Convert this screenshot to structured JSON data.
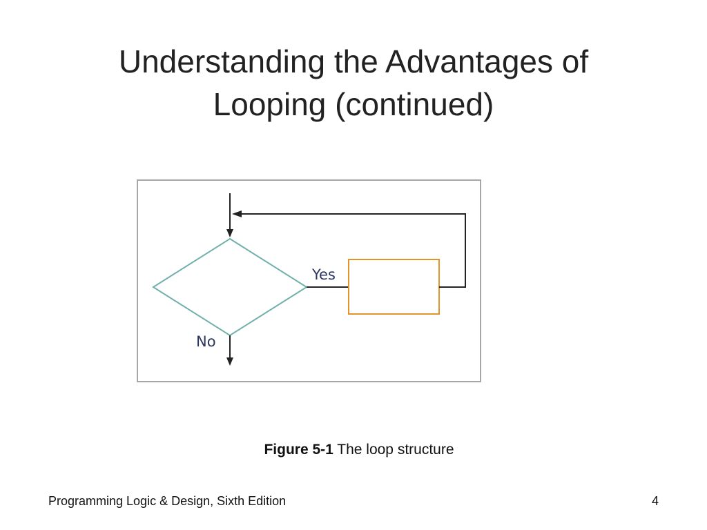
{
  "slide": {
    "title_line1": "Understanding the Advantages of",
    "title_line2": "Looping (continued)",
    "caption_figure": "Figure 5-1",
    "caption_text": " The loop structure",
    "footer_left": "Programming Logic & Design, Sixth Edition",
    "page_number": "4"
  },
  "diagram": {
    "yes_label": "Yes",
    "no_label": "No",
    "decision_color": "#6fb1aa",
    "process_color": "#e0952c",
    "line_color": "#222222"
  }
}
